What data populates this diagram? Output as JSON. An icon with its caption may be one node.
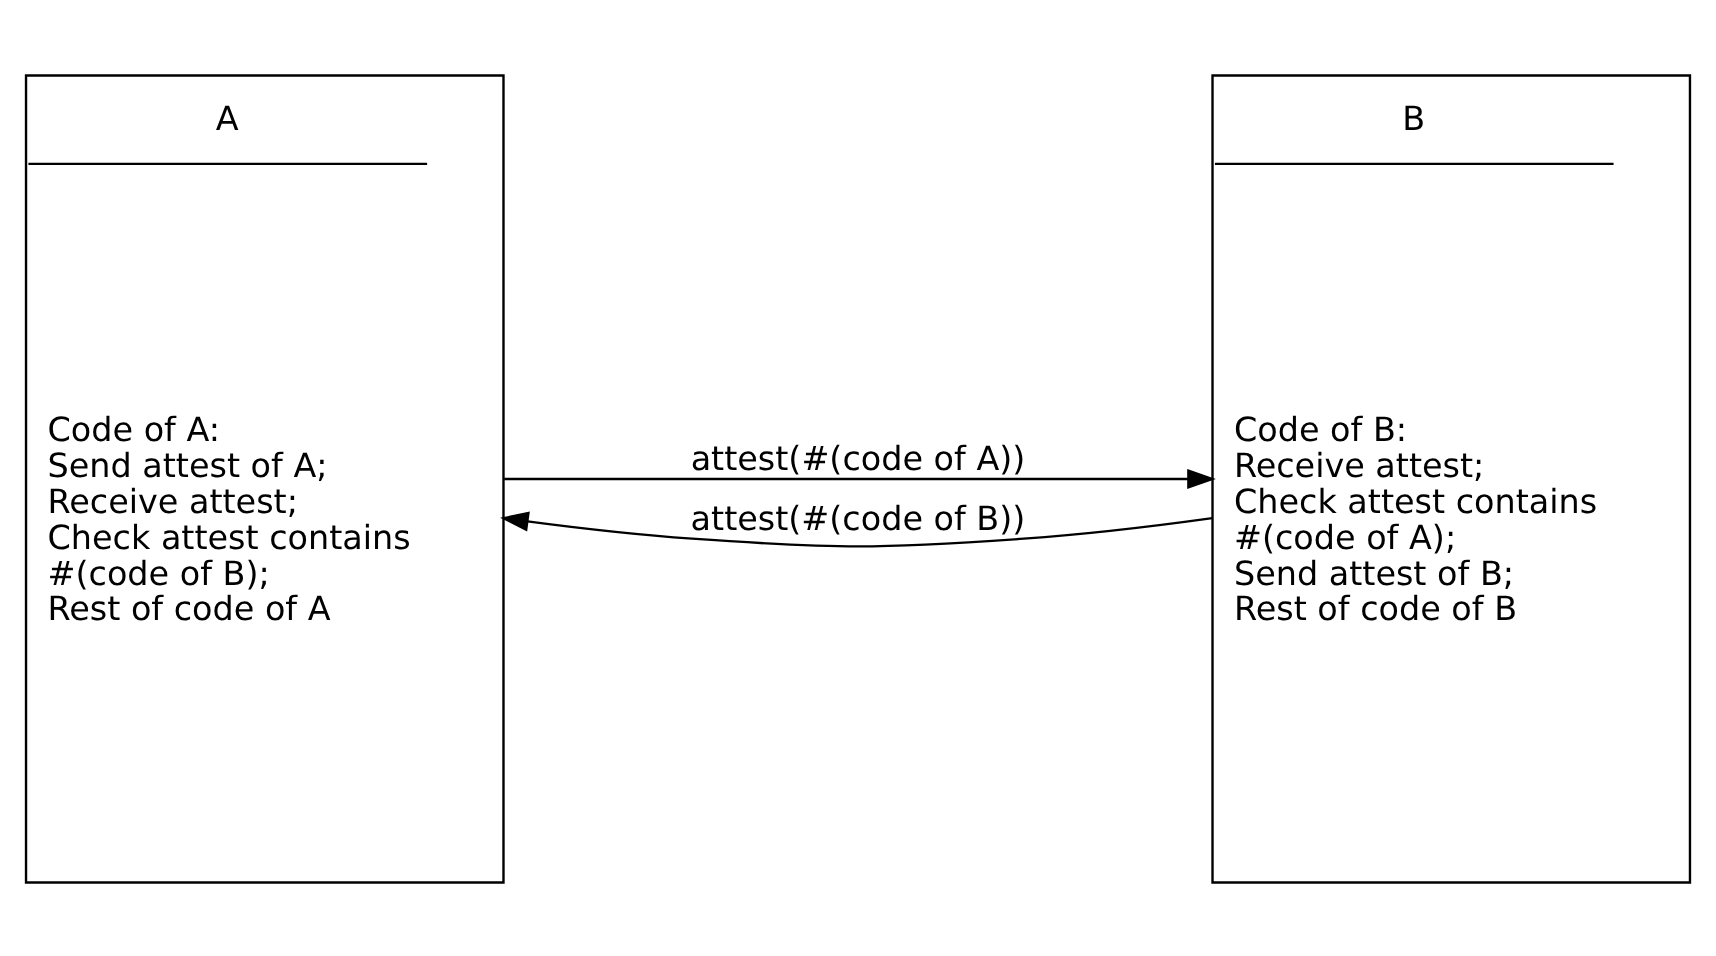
{
  "diagram": {
    "nodes": [
      {
        "text": [
          "A",
          "Code of A:",
          "Send attest of A;",
          "Receive attest;",
          "Check attest contains #(code of B);",
          "Rest of code of A"
        ]
      },
      {
        "text": [
          "B",
          "Code of B:",
          "Receive attest;",
          "Check attest contains #(code of A);",
          "Send attest of B;",
          "Rest of code of B"
        ]
      }
    ],
    "edges": [
      {
        "from": 0,
        "to": 1,
        "arrow": "to",
        "label": "attest(#(code of A))"
      },
      {
        "from": 1,
        "to": 0,
        "arrow": "to",
        "label": "attest(#(code of B))"
      }
    ]
  }
}
